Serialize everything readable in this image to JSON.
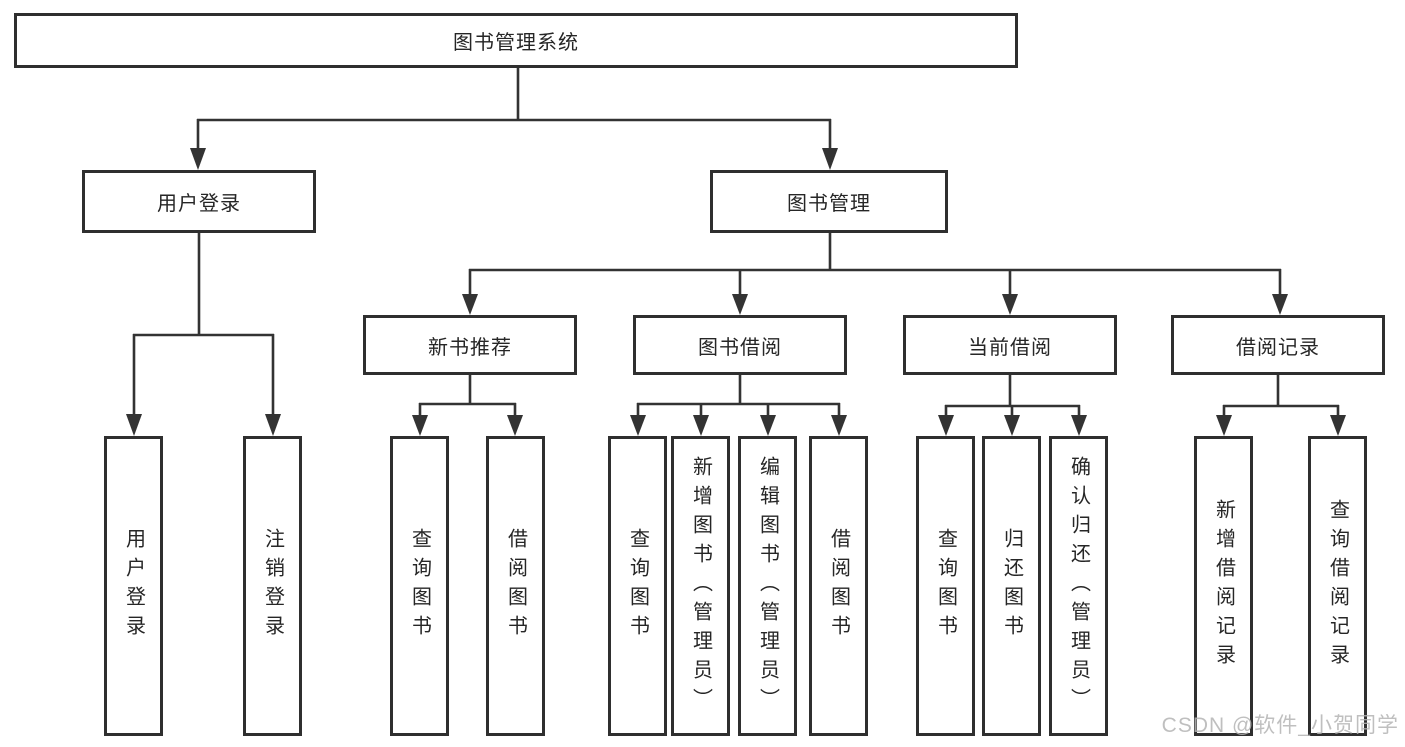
{
  "diagram": {
    "root": "图书管理系统",
    "user_branch": {
      "label": "用户登录",
      "leaves": [
        "用户登录",
        "注销登录"
      ]
    },
    "book_branch": {
      "label": "图书管理",
      "sections": [
        {
          "label": "新书推荐",
          "leaves": [
            "查询图书",
            "借阅图书"
          ]
        },
        {
          "label": "图书借阅",
          "leaves": [
            "查询图书",
            "新增图书（管理员）",
            "编辑图书（管理员）",
            "借阅图书"
          ]
        },
        {
          "label": "当前借阅",
          "leaves": [
            "查询图书",
            "归还图书",
            "确认归还（管理员）"
          ]
        },
        {
          "label": "借阅记录",
          "leaves": [
            "新增借阅记录",
            "查询借阅记录"
          ]
        }
      ]
    }
  },
  "watermark": "CSDN @软件_小贺同学",
  "colors": {
    "line": "#333333",
    "box_border": "#2f2f2f",
    "text": "#262626",
    "watermark": "#b5b5b5",
    "background": "#ffffff"
  }
}
